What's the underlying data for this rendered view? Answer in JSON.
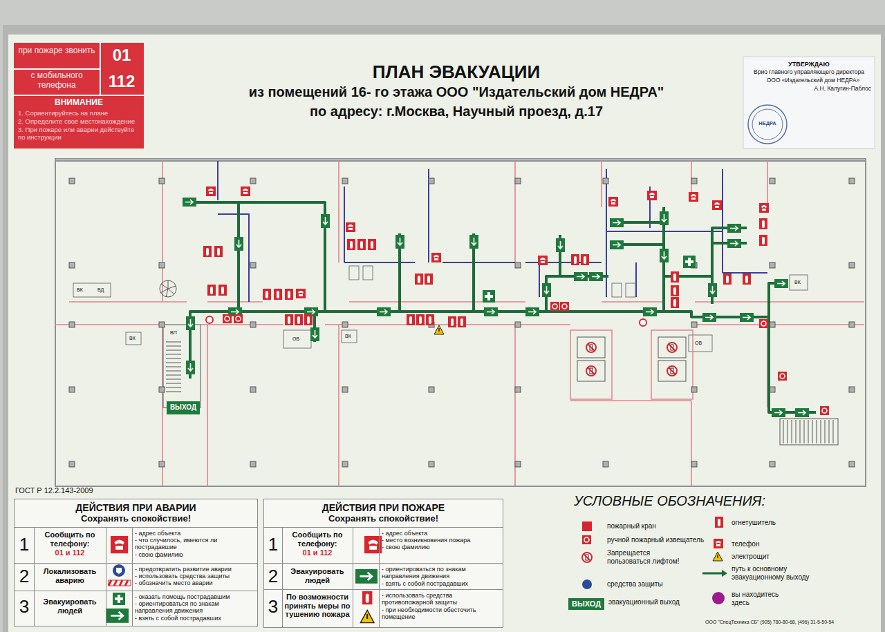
{
  "diagram": {
    "title": "ПЛАН ЭВАКУАЦИИ",
    "nodes": [
      {
        "text": [
          "при пожаре звонить",
          "01",
          "с мобильного телефона",
          "112",
          "ВНИМАНИЕ",
          "1. Сориентируйтесь на плане",
          "2. Определите свое местонахождение",
          "3. При пожаре или аварии действуйте по инструкции"
        ]
      },
      {
        "text": [
          "УТВЕРЖДАЮ",
          "Врио главного управляющего директора",
          "ООО «Издательский дом НЕДРА»",
          "А.Н. Калугин-Паблос"
        ]
      },
      {
        "text": [
          "ДЕЙСТВИЯ ПРИ АВАРИИ",
          "Сохранять спокойствие!"
        ]
      },
      {
        "text": [
          "1",
          "Сообщить по телефону:",
          "01 и 112",
          "- адрес объекта",
          "- что случилось, имеются ли пострадавшие",
          "- свою фамилию"
        ],
        "in": 2
      },
      {
        "text": [
          "2",
          "Локализовать аварию",
          "- предотвратить развитие аварии",
          "- использовать средства защиты",
          "- обозначить место аварии"
        ],
        "in": 2
      },
      {
        "text": [
          "3",
          "Эвакуировать людей",
          "- оказать помощь пострадавшим",
          "- ориентироваться по знакам направления движения",
          "- взять с собой пострадавших"
        ],
        "in": 2
      },
      {
        "text": [
          "ДЕЙСТВИЯ ПРИ ПОЖАРЕ",
          "Сохранять спокойствие!"
        ]
      },
      {
        "text": [
          "1",
          "Сообщить по телефону:",
          "01 и 112",
          "- адрес объекта",
          "- место возникновения пожара",
          "- свою фамилию"
        ],
        "in": 6
      },
      {
        "text": [
          "2",
          "Эвакуировать людей",
          "- ориентироваться по знакам направления движения",
          "- взять с собой пострадавших"
        ],
        "in": 6
      },
      {
        "text": [
          "3",
          "По возможности принять меры по тушению пожара",
          "- использовать средства противопожарной защиты",
          "- при необходимости обесточить помещение"
        ],
        "in": 6
      },
      {
        "text": [
          "ВЫХОД"
        ]
      }
    ],
    "labels": [
      "из помещений 16- го этажа ООО \"Издательский дом НЕДРА\"",
      "по адресу: г.Москва, Научный проезд, д.17",
      "НЕДРА",
      "ВК",
      "ВД",
      "ВК",
      "ВП",
      "ОВ",
      "ВК",
      "ОВ",
      "ВК",
      "ГОСТ Р 12.2.143-2009",
      "УСЛОВНЫЕ ОБОЗНАЧЕНИЯ:",
      "ВЫХОД",
      "ООО \"СпецТехника СБ\" (905) 780-80-68, (496) 31-5-50-54"
    ],
    "legend": [
      {
        "text": "пожарный кран",
        "color": "#d8262e"
      },
      {
        "text": "ручной пожарный извещатель"
      },
      {
        "text": "Запрещается пользоваться лифтом!"
      },
      {
        "text": "средства защиты"
      },
      {
        "text": "эвакуационный выход"
      },
      {
        "text": "огнетушитель"
      },
      {
        "text": "телефон"
      },
      {
        "text": "электрощит"
      },
      {
        "text": "путь к основному эвакуационному выходу"
      },
      {
        "text": "вы находитесь здесь",
        "color": "#9b1c8c"
      }
    ]
  }
}
